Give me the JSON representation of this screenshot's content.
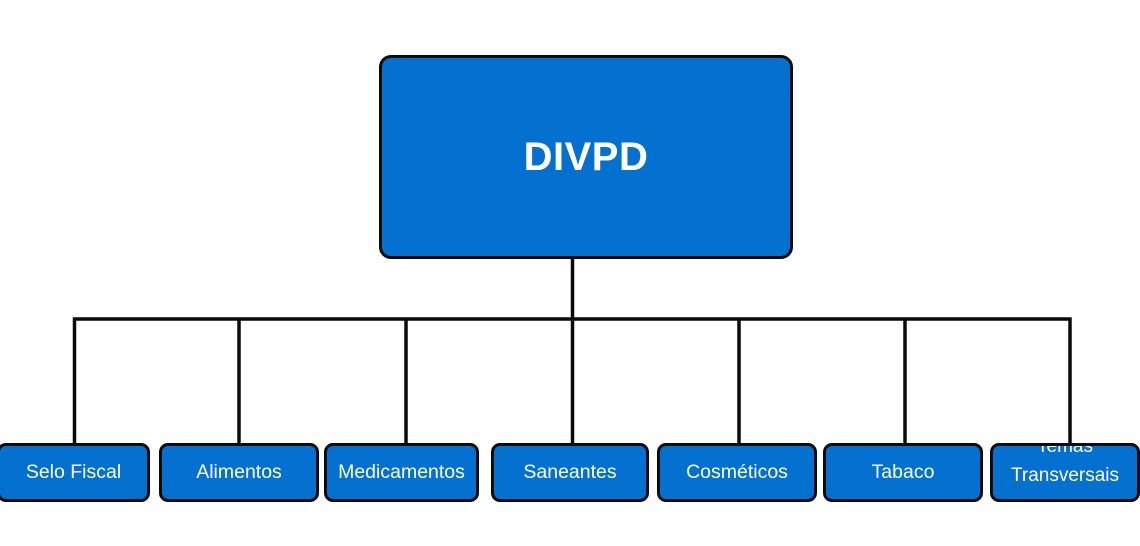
{
  "root": {
    "label": "DIVPD"
  },
  "children": [
    {
      "label": "Selo Fiscal"
    },
    {
      "label": "Alimentos"
    },
    {
      "label": "Medicamentos"
    },
    {
      "label": "Saneantes"
    },
    {
      "label": "Cosméticos"
    },
    {
      "label": "Tabaco"
    },
    {
      "label": "Temas Transversais"
    }
  ],
  "colors": {
    "box_fill": "#0470cf",
    "box_border": "#0a0a0a",
    "text": "#ffffff",
    "connector": "#0a0a0a"
  }
}
